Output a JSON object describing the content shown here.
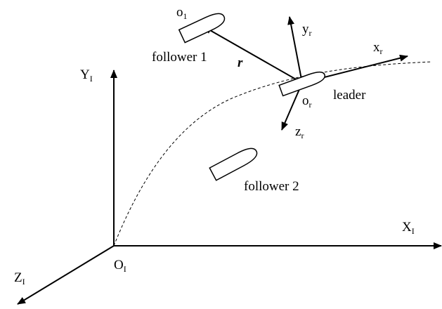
{
  "labels": {
    "inertial_x": {
      "main": "X",
      "sub": "I"
    },
    "inertial_y": {
      "main": "Y",
      "sub": "I"
    },
    "inertial_z": {
      "main": "Z",
      "sub": "I"
    },
    "inertial_origin": {
      "main": "O",
      "sub": "I"
    },
    "ref_x": {
      "main": "x",
      "sub": "r"
    },
    "ref_y": {
      "main": "y",
      "sub": "r"
    },
    "ref_z": {
      "main": "z",
      "sub": "r"
    },
    "ref_origin": {
      "main": "o",
      "sub": "r"
    },
    "follower1_origin": {
      "main": "o",
      "sub": "1"
    },
    "relative_vector": "r",
    "leader": "leader",
    "follower1": "follower 1",
    "follower2": "follower 2"
  }
}
